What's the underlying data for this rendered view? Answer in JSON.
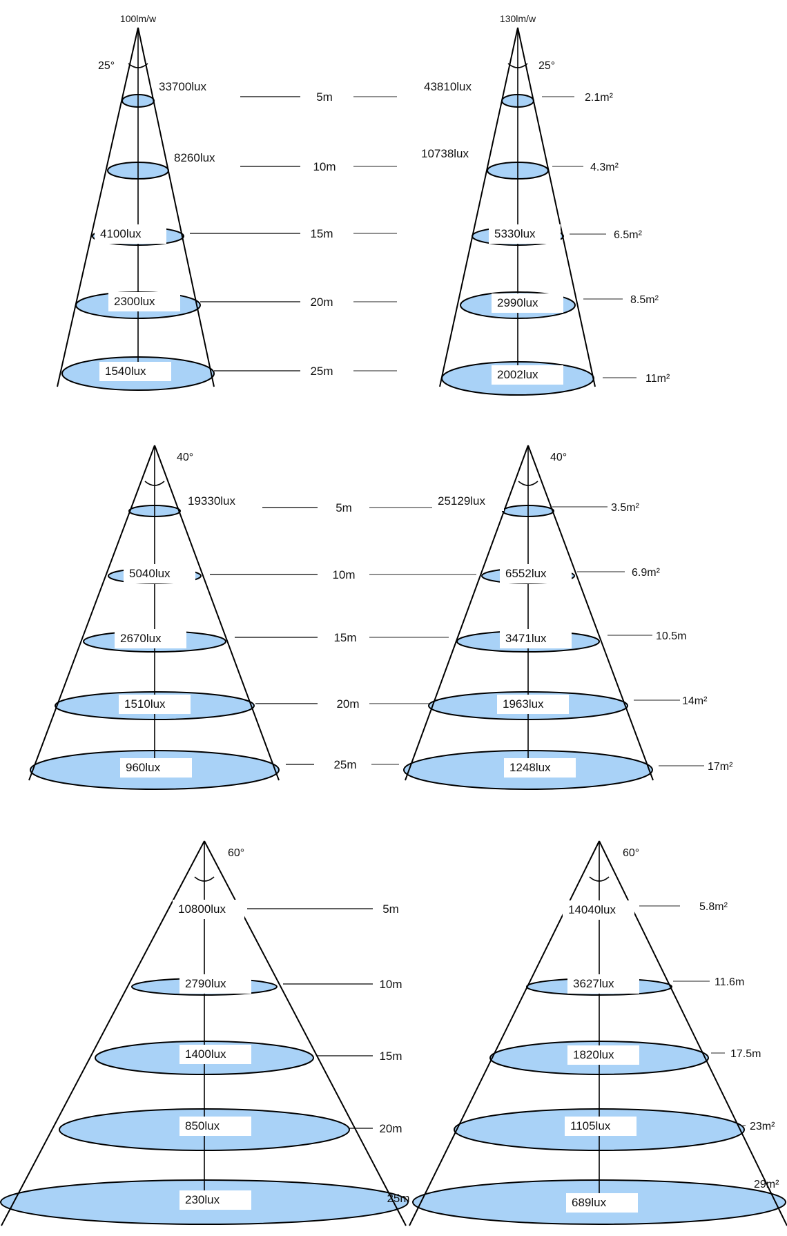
{
  "colors": {
    "fill": "#a9d2f7",
    "line": "#000000",
    "label_bg": "#ffffff"
  },
  "header_fragment": "",
  "panels": [
    {
      "id": "row1-left",
      "efficacy": "100lm/w",
      "angle_label": "25°",
      "levels": [
        {
          "lux": "33700lux",
          "distance": "5m"
        },
        {
          "lux": "8260lux",
          "distance": "10m"
        },
        {
          "lux": "4100lux",
          "distance": "15m"
        },
        {
          "lux": "2300lux",
          "distance": "20m"
        },
        {
          "lux": "1540lux",
          "distance": "25m"
        }
      ]
    },
    {
      "id": "row1-right",
      "efficacy": "130lm/w",
      "angle_label": "25°",
      "levels": [
        {
          "lux": "43810lux",
          "area": "2.1m²"
        },
        {
          "lux": "10738lux",
          "area": "4.3m²"
        },
        {
          "lux": "5330lux",
          "area": "6.5m²"
        },
        {
          "lux": "2990lux",
          "area": "8.5m²"
        },
        {
          "lux": "2002lux",
          "area": "11m²"
        }
      ]
    },
    {
      "id": "row2-left",
      "efficacy": "",
      "angle_label": "40°",
      "levels": [
        {
          "lux": "19330lux",
          "distance": "5m"
        },
        {
          "lux": "5040lux",
          "distance": "10m"
        },
        {
          "lux": "2670lux",
          "distance": "15m"
        },
        {
          "lux": "1510lux",
          "distance": "20m"
        },
        {
          "lux": "960lux",
          "distance": "25m"
        }
      ]
    },
    {
      "id": "row2-right",
      "efficacy": "",
      "angle_label": "40°",
      "levels": [
        {
          "lux": "25129lux",
          "area": "3.5m²"
        },
        {
          "lux": "6552lux",
          "area": "6.9m²"
        },
        {
          "lux": "3471lux",
          "area": "10.5m"
        },
        {
          "lux": "1963lux",
          "area": "14m²"
        },
        {
          "lux": "1248lux",
          "area": "17m²"
        }
      ]
    },
    {
      "id": "row3-left",
      "efficacy": "",
      "angle_label": "60°",
      "levels": [
        {
          "lux": "10800lux",
          "distance": "5m"
        },
        {
          "lux": "2790lux",
          "distance": "10m"
        },
        {
          "lux": "1400lux",
          "distance": "15m"
        },
        {
          "lux": "850lux",
          "distance": "20m"
        },
        {
          "lux": "230lux",
          "distance": "25m"
        }
      ]
    },
    {
      "id": "row3-right",
      "efficacy": "",
      "angle_label": "60°",
      "levels": [
        {
          "lux": "14040lux",
          "area": "5.8m²"
        },
        {
          "lux": "3627lux",
          "area": "11.6m"
        },
        {
          "lux": "1820lux",
          "area": "17.5m"
        },
        {
          "lux": "1105lux",
          "area": "23m²"
        },
        {
          "lux": "689lux",
          "area": "29m²"
        }
      ]
    }
  ]
}
